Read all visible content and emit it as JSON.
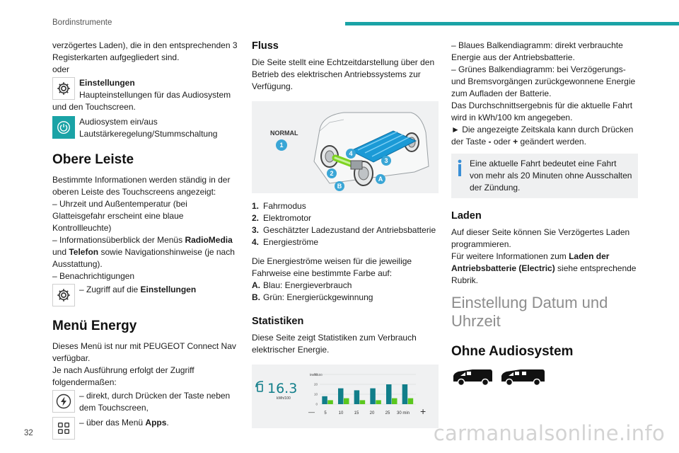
{
  "header": {
    "title": "Bordinstrumente"
  },
  "page_number": "32",
  "watermark": "carmanualsonline.info",
  "col1": {
    "intro_line": "verzögertes Laden), die in den entsprechenden 3 Registerkarten aufgegliedert sind.",
    "oder": "oder",
    "settings_title": "Einstellungen",
    "settings_desc": "Haupteinstellungen für das Audiosystem und den Touchscreen.",
    "audio_line1": "Audiosystem ein/aus",
    "audio_line2": "Lautstärkeregelung/Stummschaltung",
    "upper_bar_heading": "Obere Leiste",
    "upper_bar_intro": "Bestimmte Informationen werden ständig in der oberen Leiste des Touchscreens angezeigt:",
    "item1": "– Uhrzeit und Außentemperatur (bei Glatteisgefahr erscheint eine blaue Kontrollleuchte)",
    "item2_pre": "– Informationsüberblick der Menüs ",
    "item2_b1": "RadioMedia",
    "item2_mid": " und ",
    "item2_b2": "Telefon",
    "item2_post": " sowie Navigationshinweise (je nach Ausstattung).",
    "item3": "– Benachrichtigungen",
    "item4_pre": "– Zugriff auf die ",
    "item4_b": "Einstellungen",
    "energy_heading": "Menü Energy",
    "energy_p1": "Dieses Menü ist nur mit PEUGEOT Connect Nav verfügbar.",
    "energy_p2": "Je nach Ausführung erfolgt der Zugriff folgendermaßen:",
    "access1": "– direkt, durch Drücken der Taste neben dem Touchscreen,",
    "access2_pre": "– über das Menü ",
    "access2_b": "Apps",
    "access2_post": "."
  },
  "col2": {
    "fluss_heading": "Fluss",
    "fluss_p": "Die Seite stellt eine Echtzeitdarstellung über den Betrieb des elektrischen Antriebssystems zur Verfügung.",
    "figure_mode_label": "NORMAL",
    "figure_markers": [
      "1",
      "2",
      "3",
      "4",
      "A",
      "B"
    ],
    "legend": [
      {
        "num": "1.",
        "text": "Fahrmodus"
      },
      {
        "num": "2.",
        "text": "Elektromotor"
      },
      {
        "num": "3.",
        "text": "Geschätzter Ladezustand der Antriebsbatterie"
      },
      {
        "num": "4.",
        "text": "Energieströme"
      }
    ],
    "color_p": "Die Energieströme weisen für die jeweilige Fahrweise eine bestimmte Farbe auf:",
    "color_a_num": "A.",
    "color_a": "Blau: Energieverbrauch",
    "color_b_num": "B.",
    "color_b": "Grün: Energierückgewinnung",
    "stats_heading": "Statistiken",
    "stats_p": "Diese Seite zeigt Statistiken zum Verbrauch elektrischer Energie."
  },
  "stats_screen": {
    "value": "16.3",
    "unit": "kWh/100",
    "chart_unit": "kWh/100",
    "minus": "—",
    "plus": "+",
    "x_ticks": [
      "5",
      "10",
      "15",
      "20",
      "25",
      "30 min"
    ],
    "y_ticks": [
      "30",
      "20",
      "10",
      "0"
    ]
  },
  "chart_data": {
    "type": "bar",
    "categories": [
      "5",
      "10",
      "15",
      "20",
      "25",
      "30 min"
    ],
    "ylim": [
      0,
      30
    ],
    "series": [
      {
        "values": [
          8,
          16,
          14,
          16,
          20,
          20
        ]
      },
      {
        "values": [
          4,
          6,
          4,
          4,
          6,
          6
        ]
      }
    ],
    "colors": [
      "#117e8a",
      "#5bc71e"
    ]
  },
  "col3": {
    "blue_bar": "– Blaues Balkendiagramm: direkt verbrauchte Energie aus der Antriebsbatterie.",
    "green_bar": "– Grünes Balkendiagramm: bei Verzögerungs- und Bremsvorgängen zurückgewonnene Energie zum Aufladen der Batterie.",
    "avg": "Das Durchschnittsergebnis für die aktuelle Fahrt wird in kWh/100 km angegeben.",
    "scale_pre": "► Die angezeigte Zeitskala kann durch Drücken der Taste ",
    "scale_minus": "-",
    "scale_mid": " oder ",
    "scale_plus": "+",
    "scale_post": " geändert werden.",
    "info": "Eine aktuelle Fahrt bedeutet eine Fahrt von mehr als 20 Minuten ohne Ausschalten der Zündung.",
    "laden_heading": "Laden",
    "laden_p1": "Auf dieser Seite können Sie Verzögertes Laden programmieren.",
    "laden_p2_pre": "Für weitere Informationen zum ",
    "laden_p2_b": "Laden der Antriebsbatterie (Electric)",
    "laden_p2_post": " siehe entsprechende Rubrik.",
    "date_heading": "Einstellung Datum und Uhrzeit",
    "no_audio_heading": "Ohne Audiosystem"
  },
  "colors": {
    "accent": "#1aa3a6",
    "blue_series": "#117e8a",
    "green_series": "#5bc71e",
    "marker": "#3aa6d6"
  }
}
